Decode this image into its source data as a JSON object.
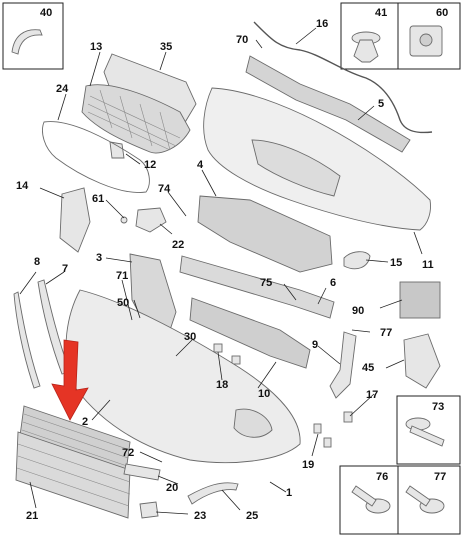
{
  "diagram": {
    "inset_boxes": [
      {
        "id": "inset-40",
        "number": "40"
      },
      {
        "id": "inset-41",
        "number": "41"
      },
      {
        "id": "inset-60",
        "number": "60"
      },
      {
        "id": "inset-73",
        "number": "73"
      },
      {
        "id": "inset-76",
        "number": "76"
      },
      {
        "id": "inset-77",
        "number": "77"
      }
    ],
    "callouts": [
      {
        "key": "40",
        "label": "40"
      },
      {
        "key": "41",
        "label": "41"
      },
      {
        "key": "60",
        "label": "60"
      },
      {
        "key": "16",
        "label": "16"
      },
      {
        "key": "70",
        "label": "70"
      },
      {
        "key": "13",
        "label": "13"
      },
      {
        "key": "35",
        "label": "35"
      },
      {
        "key": "24",
        "label": "24"
      },
      {
        "key": "5",
        "label": "5"
      },
      {
        "key": "12",
        "label": "12"
      },
      {
        "key": "14",
        "label": "14"
      },
      {
        "key": "4",
        "label": "4"
      },
      {
        "key": "74",
        "label": "74"
      },
      {
        "key": "61",
        "label": "61"
      },
      {
        "key": "22",
        "label": "22"
      },
      {
        "key": "3",
        "label": "3"
      },
      {
        "key": "71",
        "label": "71"
      },
      {
        "key": "8",
        "label": "8"
      },
      {
        "key": "7",
        "label": "7"
      },
      {
        "key": "15",
        "label": "15"
      },
      {
        "key": "11",
        "label": "11"
      },
      {
        "key": "6",
        "label": "6"
      },
      {
        "key": "75",
        "label": "75"
      },
      {
        "key": "50",
        "label": "50"
      },
      {
        "key": "90",
        "label": "90"
      },
      {
        "key": "30",
        "label": "30"
      },
      {
        "key": "77a",
        "label": "77"
      },
      {
        "key": "9",
        "label": "9"
      },
      {
        "key": "45",
        "label": "45"
      },
      {
        "key": "18",
        "label": "18"
      },
      {
        "key": "10",
        "label": "10"
      },
      {
        "key": "17",
        "label": "17"
      },
      {
        "key": "2",
        "label": "2"
      },
      {
        "key": "72",
        "label": "72"
      },
      {
        "key": "19",
        "label": "19"
      },
      {
        "key": "20",
        "label": "20"
      },
      {
        "key": "1",
        "label": "1"
      },
      {
        "key": "21",
        "label": "21"
      },
      {
        "key": "23",
        "label": "23"
      },
      {
        "key": "25",
        "label": "25"
      },
      {
        "key": "73",
        "label": "73"
      },
      {
        "key": "76",
        "label": "76"
      },
      {
        "key": "77b",
        "label": "77"
      }
    ],
    "colors": {
      "part_fill": "#e6e6e6",
      "part_stroke": "#6b6b6b",
      "highlight_arrow": "#e53425",
      "line": "#222222"
    }
  }
}
